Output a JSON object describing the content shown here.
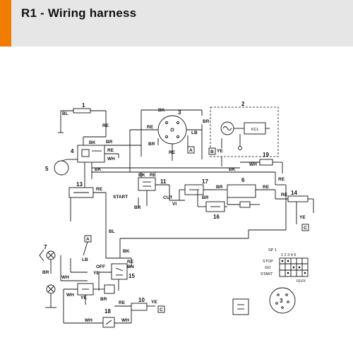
{
  "header": {
    "title": "R1 - Wiring harness",
    "accent_color": "#f07d00",
    "background_color": "#e6e6e6"
  },
  "components": {
    "c1": "1",
    "c2": "2",
    "c3": "3",
    "c4": "4",
    "c5": "5",
    "c6": "6",
    "c7": "7",
    "c10": "10",
    "c11": "11",
    "c13": "13",
    "c14": "14",
    "c15": "15",
    "c16": "16",
    "c17": "17",
    "c18": "18",
    "c19": "19",
    "c3b": "3"
  },
  "connectors": {
    "A": "A",
    "B": "B",
    "C": "C"
  },
  "wires": {
    "BL": "BL",
    "RE": "RE",
    "BK": "BK",
    "BR": "BR",
    "WH": "WH",
    "LB": "LB",
    "YE": "YE",
    "VI": "VI"
  },
  "labels": {
    "start": "START",
    "cut": "CUT",
    "off": "OFF",
    "on": "ON",
    "kcl": "KCL"
  },
  "switch_table": {
    "title": "SP 1",
    "columns": "1 2 3 4 5",
    "rows": [
      "STOP",
      "GO",
      "START"
    ],
    "code": "IUVX"
  }
}
